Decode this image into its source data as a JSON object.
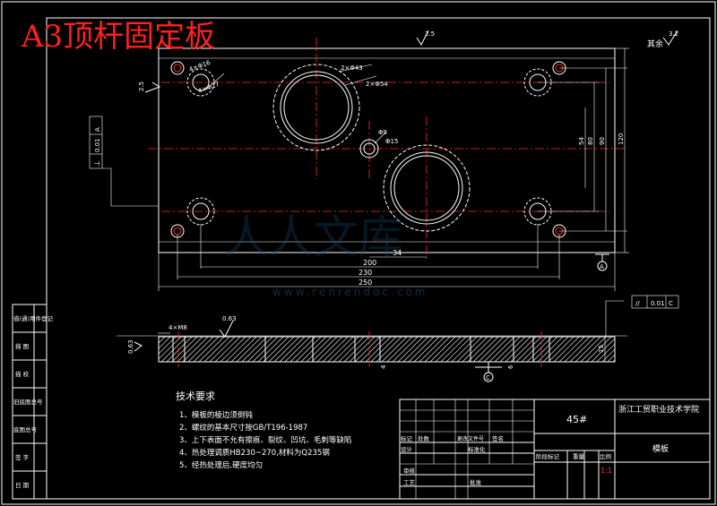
{
  "title": "A3顶杆固定板",
  "roughness": {
    "top": "2.5",
    "other": "3.2",
    "other_label": "其余",
    "left": "2.5",
    "side": "0.63",
    "side2": "0.63"
  },
  "holes": {
    "small": "4×Φ16",
    "small2": "4×Φ27",
    "large": "2×Φ43",
    "large2": "2×Φ54",
    "center": "Φ9",
    "center2": "Φ15"
  },
  "tolerance_left": {
    "sym": "⊥",
    "val": "0.01",
    "ref": "A"
  },
  "tolerance_right": {
    "sym": "//",
    "val": "0.01",
    "ref": "C"
  },
  "dims": {
    "d34": "34",
    "d200": "200",
    "d230": "230",
    "d250": "250",
    "d54": "54",
    "d80": "80",
    "d90": "90",
    "d120": "120",
    "d15": "15",
    "d4": "4",
    "d6": "6",
    "thread": "4×M8"
  },
  "datum": {
    "a": "A",
    "c": "C"
  },
  "watermark": {
    "cn": "人人文库",
    "url": "www.renrendoc.com"
  },
  "tech": {
    "heading": "技术要求",
    "items": [
      "1、模板的棱边须倒钝",
      "2、螺纹的基本尺寸按GB/T196-1987",
      "3、上下表面不允有擦痕、裂纹、凹坑、毛刺等缺陷",
      "4、热处理调质HB230~270,材料为Q235钢",
      "5、经热处理后,硬度均匀"
    ]
  },
  "side_table": [
    "借(通)用件登记",
    "描    图",
    "描    校",
    "旧底图总号",
    "底图总号",
    "签    字",
    "日    期"
  ],
  "titleblock": {
    "material": "45#",
    "school": "浙江工贸职业技术学院",
    "part": "模板",
    "mark": "标记",
    "count": "处数",
    "file": "更改文件号",
    "sign": "签名",
    "design": "设计",
    "std": "标准化",
    "review": "审核",
    "craft": "工艺",
    "approve": "批准",
    "stage": "阶段标记",
    "weight": "重量",
    "ratio": "比例",
    "scale": "1:1"
  }
}
